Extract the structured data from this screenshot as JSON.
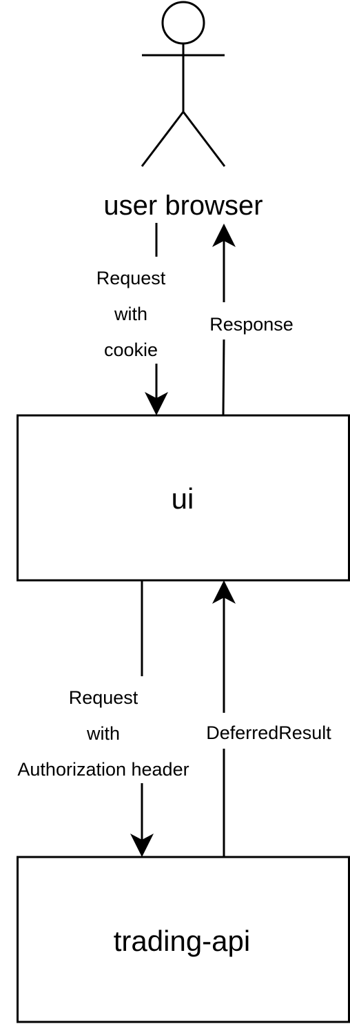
{
  "diagram": {
    "actor": {
      "label": "user browser"
    },
    "nodes": {
      "ui": {
        "label": "ui"
      },
      "trading_api": {
        "label": "trading-api"
      }
    },
    "edges": {
      "browser_to_ui": {
        "lines": [
          "Request",
          "with",
          "cookie"
        ]
      },
      "ui_to_browser": {
        "label": "Response"
      },
      "ui_to_api": {
        "lines": [
          "Request",
          "with",
          "Authorization header"
        ]
      },
      "api_to_ui": {
        "label": "DeferredResult"
      }
    }
  },
  "colors": {
    "stroke": "#000000",
    "background": "#ffffff"
  }
}
